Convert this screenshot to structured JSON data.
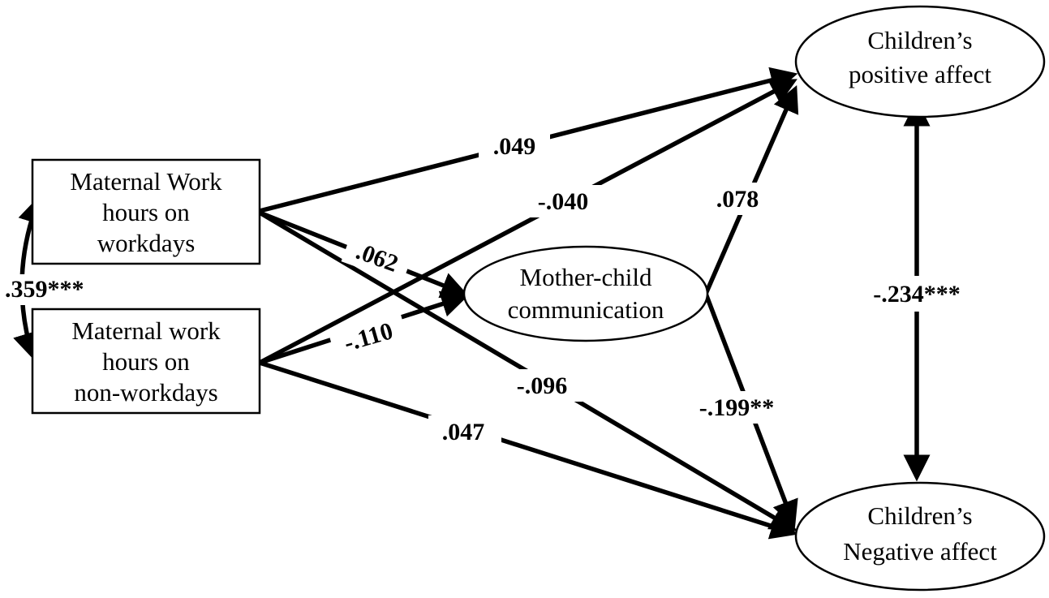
{
  "nodes": {
    "workdays": {
      "lines": [
        "Maternal Work",
        "hours on",
        "workdays"
      ]
    },
    "nonworkdays": {
      "lines": [
        "Maternal work",
        "hours on",
        "non-workdays"
      ]
    },
    "communication": {
      "lines": [
        "Mother-child",
        "communication"
      ]
    },
    "positive": {
      "lines": [
        "Children’s",
        "positive affect"
      ]
    },
    "negative": {
      "lines": [
        "Children’s",
        "Negative affect"
      ]
    }
  },
  "coefficients": {
    "workdays_nonworkdays": ".359***",
    "workdays_positive": ".049",
    "nonworkdays_positive": "-.040",
    "communication_positive": ".078",
    "workdays_communication": ".062",
    "nonworkdays_communication": "-.110",
    "workdays_negative": "-.096",
    "nonworkdays_negative": ".047",
    "communication_negative": "-.199**",
    "positive_negative": "-.234***"
  }
}
